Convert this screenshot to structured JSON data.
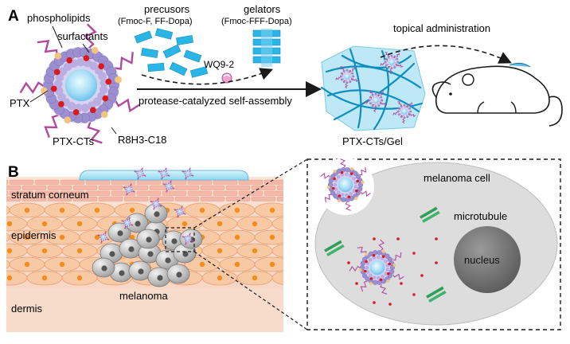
{
  "panelA": {
    "letter": "A",
    "labels": {
      "phospholipids": "phospholipids",
      "surfactants": "surfactants",
      "ptx": "PTX",
      "ptx_cts": "PTX-CTs",
      "r8h3": "R8H3-C18",
      "precursors_title": "precusors",
      "precursors_sub": "(Fmoc-F, FF-Dopa)",
      "gelators_title": "gelators",
      "gelators_sub": "(Fmoc-FFF-Dopa)",
      "enzyme": "WQ9-2",
      "process": "protease-catalyzed self-assembly",
      "gel": "PTX-CTs/Gel",
      "topical": "topical administration"
    }
  },
  "panelB": {
    "letter": "B",
    "labels": {
      "stratum": "stratum corneum",
      "epidermis": "epidermis",
      "dermis": "dermis",
      "melanoma": "melanoma",
      "melanoma_cell": "melanoma cell",
      "microtubule": "microtubule",
      "nucleus": "nucleus"
    }
  },
  "colors": {
    "cyan": "#29b6e6",
    "gel": "#bfe8f6",
    "skin": "#f7d3c0",
    "dermis": "#f6dac9",
    "cell_fill": "#f6c8a6",
    "cell_nucleus": "#f28c1f",
    "melanoma_cell": "#c9c9c9",
    "ptx_red": "#d9191c",
    "lipid_purple": "#9c8fd0",
    "tail_magenta": "#b14a9e",
    "microtubule_green": "#2f9e57",
    "zoom_bg": "#dcdcdc"
  }
}
